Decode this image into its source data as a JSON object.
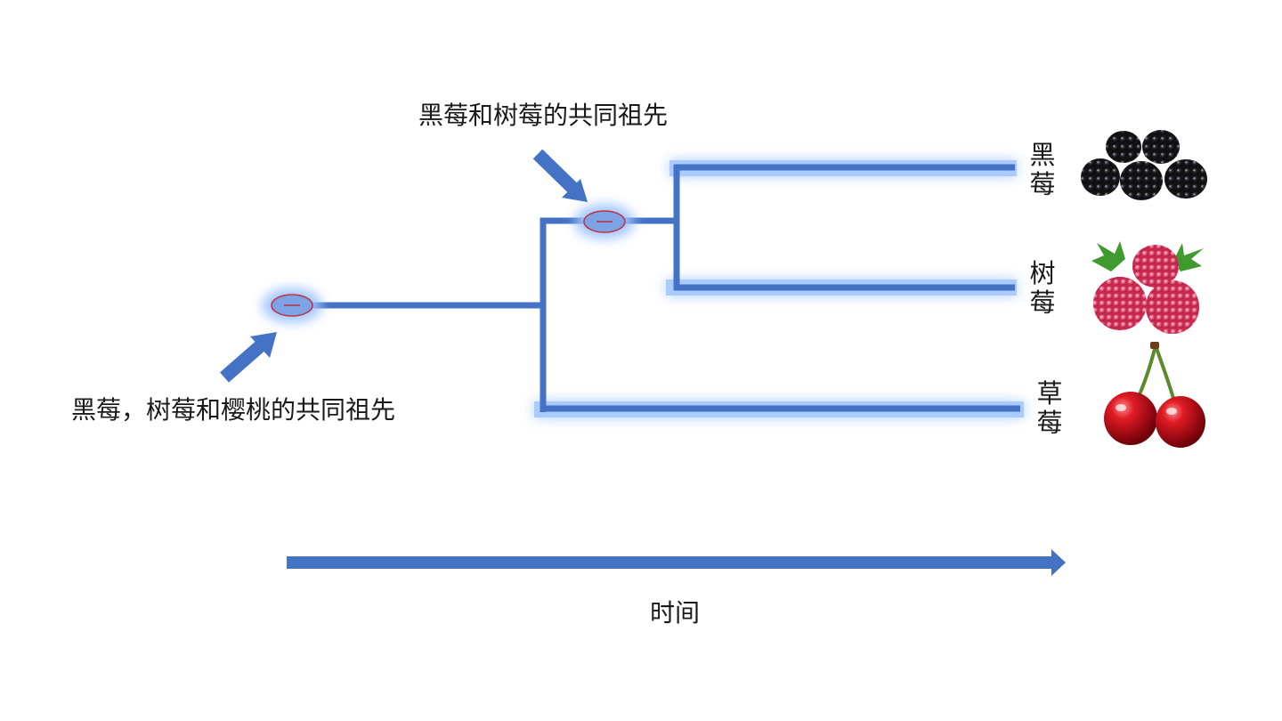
{
  "annotations": {
    "ancestor_top": "黑莓和树莓的共同祖先",
    "ancestor_bottom": "黑莓，树莓和樱桃的共同祖先",
    "time_axis": "时间"
  },
  "leaves": [
    {
      "label": "黑莓",
      "image": "blackberry"
    },
    {
      "label": "树莓",
      "image": "raspberry"
    },
    {
      "label": "草莓",
      "image": "cherry"
    }
  ],
  "colors": {
    "branch": "#4472c4",
    "glow": "#9cc3ff",
    "node_fill": "#7da3e6",
    "node_stroke": "#c0303a",
    "text": "#1a1a1a"
  }
}
